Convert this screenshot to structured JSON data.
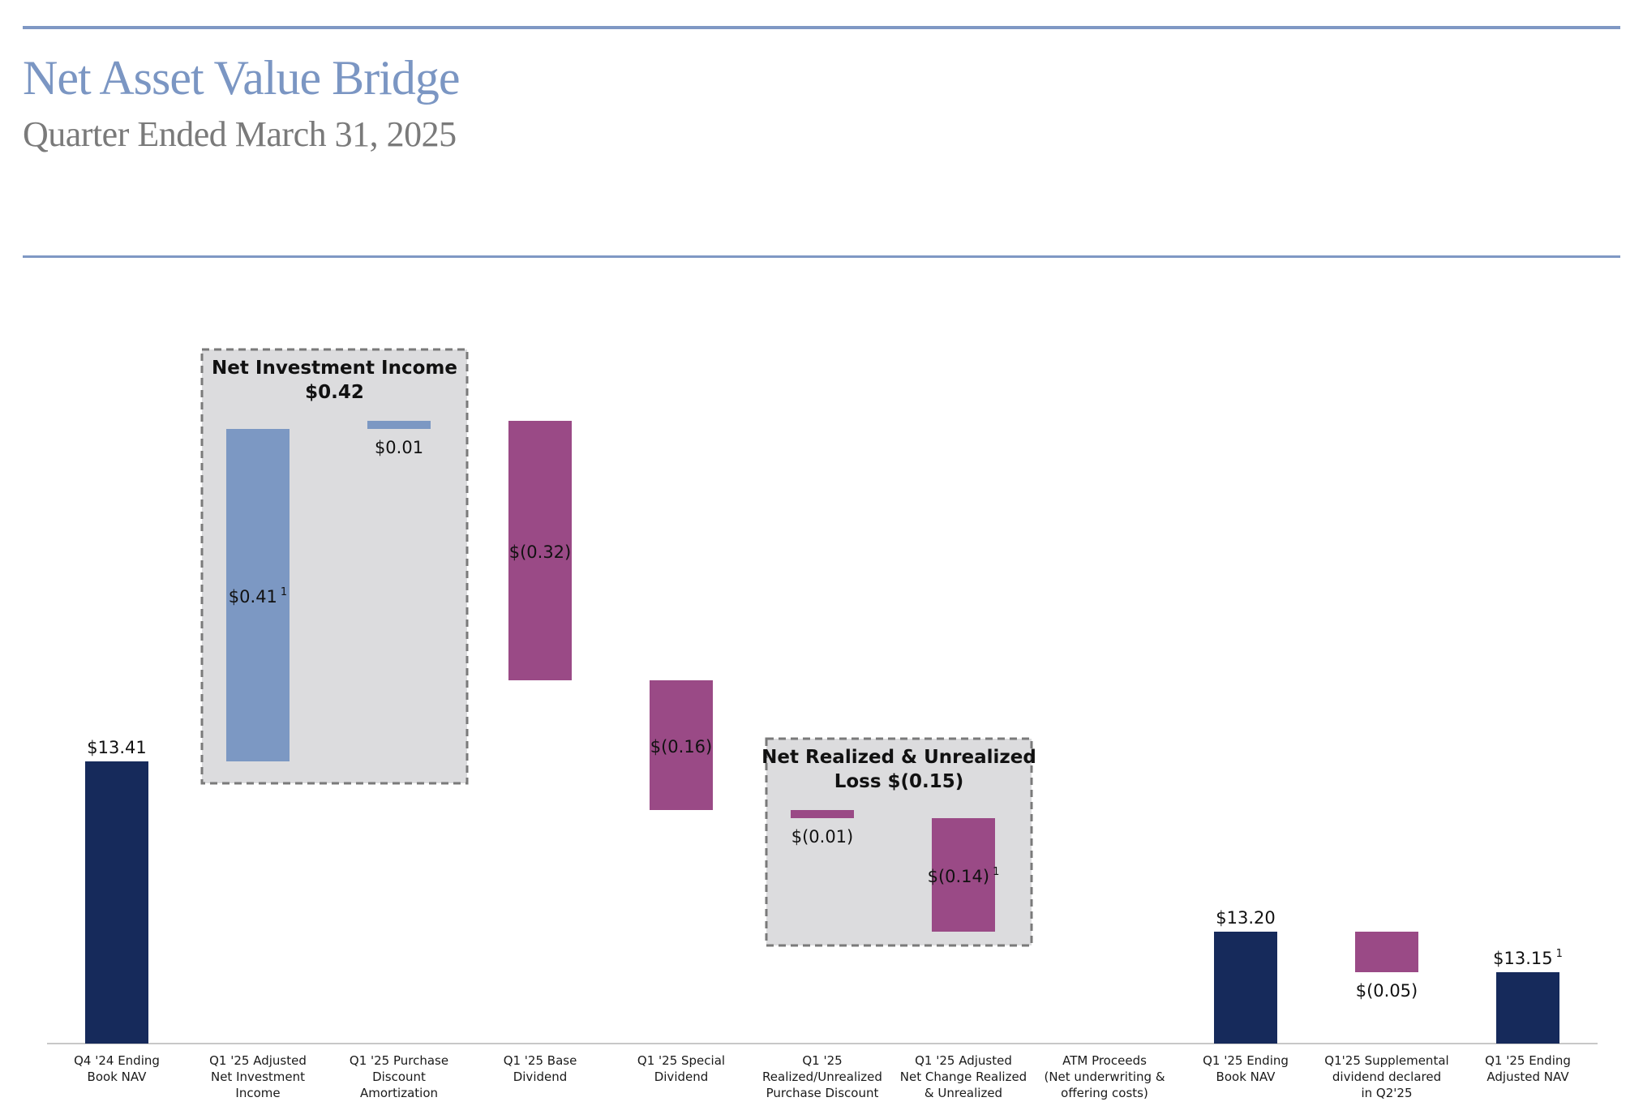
{
  "header": {
    "title": "Net Asset Value Bridge",
    "subtitle": "Quarter Ended March 31, 2025"
  },
  "colors": {
    "rule": "#7f98c4",
    "title": "#7b96c3",
    "subtitle": "#7a7a7a",
    "total_bar": "#162a5b",
    "income_bar": "#7c98c3",
    "decrease_bar": "#9a4a86",
    "group_box_fill": "#dcdcde",
    "group_box_border": "#7a7a7a"
  },
  "chart_data": {
    "type": "bar",
    "subtype": "waterfall",
    "categories": [
      "Q4 '24 Ending Book NAV",
      "Q1 '25 Adjusted Net Investment Income",
      "Q1 '25 Purchase Discount Amortization",
      "Q1 '25 Base Dividend",
      "Q1 '25 Special Dividend",
      "Q1 '25 Realized/Unrealized Purchase Discount",
      "Q1 '25 Adjusted Net Change Realized & Unrealized",
      "ATM Proceeds (Net underwriting & offering costs)",
      "Q1 '25 Ending Book NAV",
      "Q1'25 Supplemental dividend declared in Q2'25",
      "Q1 '25 Ending Adjusted NAV"
    ],
    "category_lines": [
      [
        "Q4 '24 Ending",
        "Book NAV"
      ],
      [
        "Q1 '25 Adjusted",
        "Net Investment",
        "Income"
      ],
      [
        "Q1 '25 Purchase",
        "Discount",
        "Amortization"
      ],
      [
        "Q1 '25 Base",
        "Dividend"
      ],
      [
        "Q1 '25 Special",
        "Dividend"
      ],
      [
        "Q1 '25",
        "Realized/Unrealized",
        "Purchase Discount"
      ],
      [
        "Q1 '25 Adjusted",
        "Net Change Realized",
        "& Unrealized"
      ],
      [
        "ATM Proceeds",
        "(Net underwriting &",
        "offering costs)"
      ],
      [
        "Q1 '25 Ending",
        "Book NAV"
      ],
      [
        "Q1'25 Supplemental",
        "dividend declared",
        "in Q2'25"
      ],
      [
        "Q1 '25 Ending",
        "Adjusted NAV"
      ]
    ],
    "bars": [
      {
        "kind": "total",
        "base": 0,
        "value": 13.41,
        "label": "$13.41",
        "sup": "",
        "label_pos": "above"
      },
      {
        "kind": "increase",
        "base": 13.41,
        "value": 0.41,
        "label": "$0.41",
        "sup": "1",
        "label_pos": "inside"
      },
      {
        "kind": "increase",
        "base": 13.82,
        "value": 0.01,
        "label": "$0.01",
        "sup": "",
        "label_pos": "below"
      },
      {
        "kind": "decrease",
        "base": 13.83,
        "value": -0.32,
        "label": "$(0.32)",
        "sup": "",
        "label_pos": "inside"
      },
      {
        "kind": "decrease",
        "base": 13.51,
        "value": -0.16,
        "label": "$(0.16)",
        "sup": "",
        "label_pos": "inside"
      },
      {
        "kind": "decrease",
        "base": 13.35,
        "value": -0.01,
        "label": "$(0.01)",
        "sup": "",
        "label_pos": "below"
      },
      {
        "kind": "decrease",
        "base": 13.34,
        "value": -0.14,
        "label": "$(0.14)",
        "sup": "1",
        "label_pos": "inside"
      },
      {
        "kind": "none",
        "base": 13.2,
        "value": 0,
        "label": "",
        "sup": "",
        "label_pos": "none"
      },
      {
        "kind": "total",
        "base": 0,
        "value": 13.2,
        "label": "$13.20",
        "sup": "",
        "label_pos": "above"
      },
      {
        "kind": "decrease",
        "base": 13.2,
        "value": -0.05,
        "label": "$(0.05)",
        "sup": "",
        "label_pos": "below"
      },
      {
        "kind": "total",
        "base": 0,
        "value": 13.15,
        "label": "$13.15",
        "sup": "1",
        "label_pos": "above"
      }
    ],
    "groups": [
      {
        "from": 1,
        "to": 2,
        "title_lines": [
          "Net Investment Income",
          "$0.42"
        ]
      },
      {
        "from": 5,
        "to": 6,
        "title_lines": [
          "Net Realized & Unrealized",
          "Loss  $(0.15)"
        ]
      }
    ],
    "axis": {
      "broken_scale": true,
      "ylim_top": 13.85
    }
  }
}
